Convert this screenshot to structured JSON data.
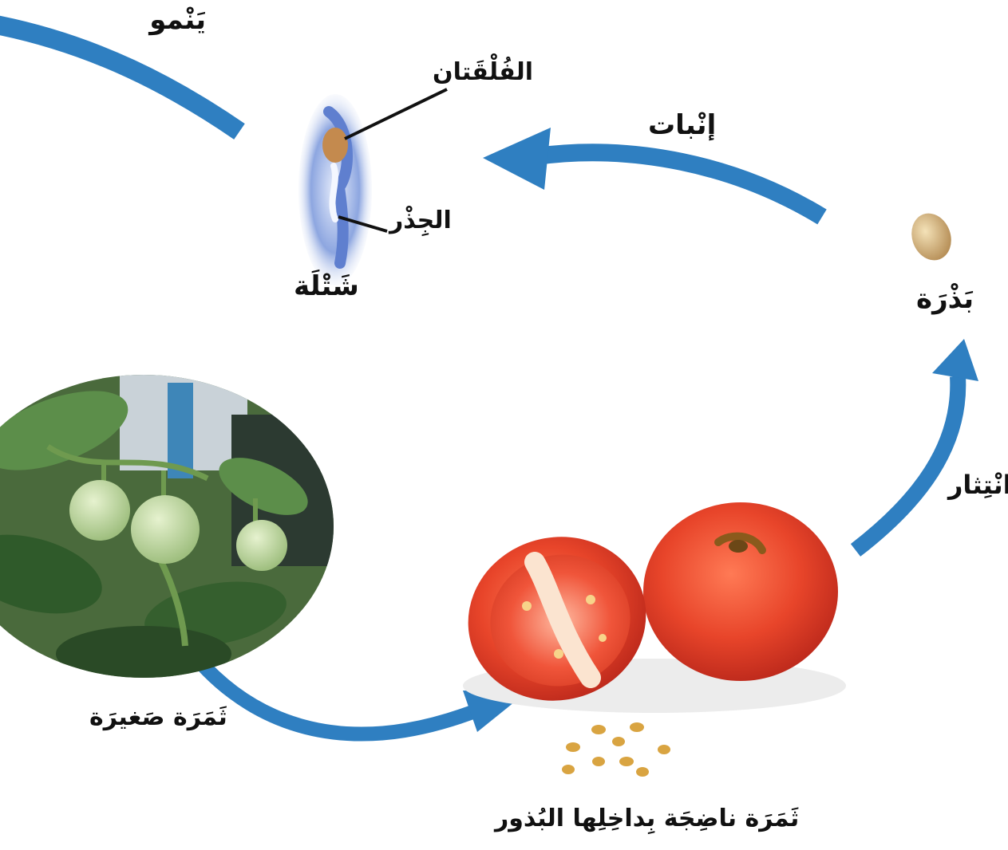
{
  "labels": {
    "growth": "يَنْمو",
    "cotyledons": "الفُلْقَتان",
    "germination": "إنْبات",
    "root": "الجِذْر",
    "seedling": "شَتْلَة",
    "seed": "بَذْرَة",
    "dispersal": "انْتِثار",
    "small_fruit": "ثَمَرَة صَغيرَة",
    "ripe_fruit": "ثَمَرَة ناضِجَة بِداخِلِها البُذور"
  },
  "colors": {
    "arrow": "#2f7fc1",
    "tomato": "#e8452a",
    "unripe_tomato": "#b9d49a",
    "leaf": "#3f6a34",
    "seed": "#d9a441",
    "seedling_glow": "#6f8fd6"
  },
  "icons": [
    "seed-icon",
    "seedling-icon",
    "tomato-plant-icon",
    "ripe-tomato-icon",
    "tomato-seeds-icon"
  ]
}
